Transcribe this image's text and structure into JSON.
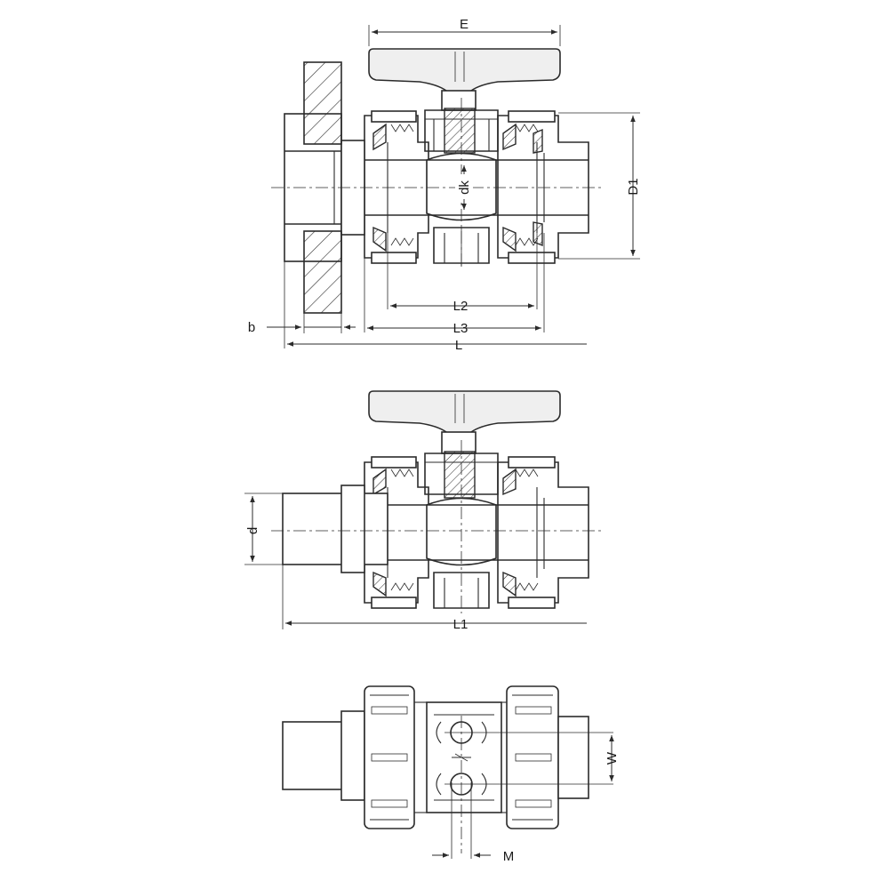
{
  "labels": {
    "E": "E",
    "D1": "D1",
    "dk": "dk",
    "L2": "L2",
    "L3": "L3",
    "L": "L",
    "b": "b",
    "d": "d",
    "L1": "L1",
    "W": "W",
    "M": "M"
  }
}
